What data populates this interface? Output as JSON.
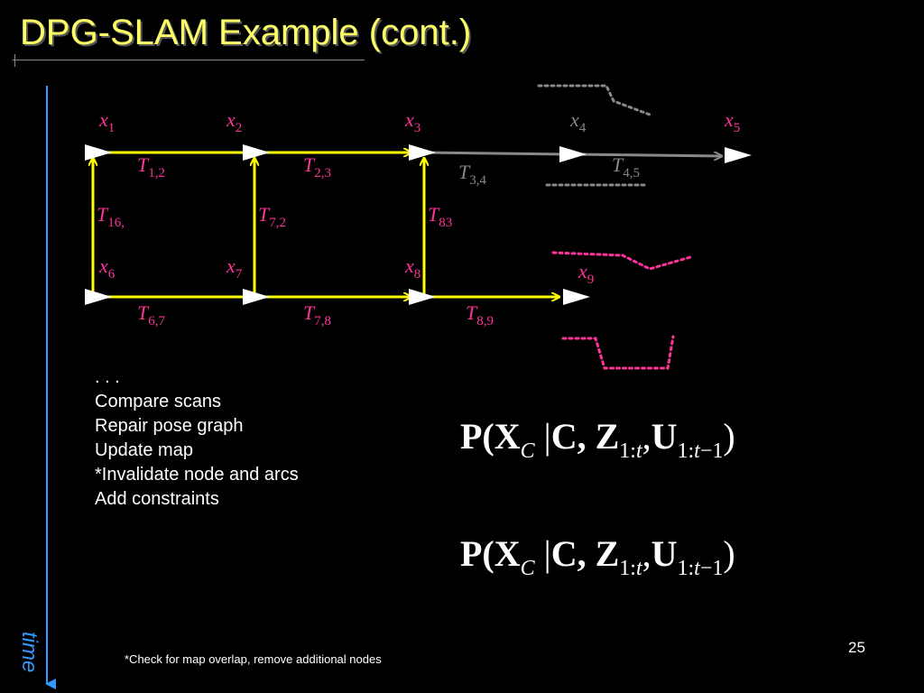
{
  "title": "DPG-SLAM Example (cont.)",
  "nodes": {
    "x1": {
      "base": "x",
      "sub": "1"
    },
    "x2": {
      "base": "x",
      "sub": "2"
    },
    "x3": {
      "base": "x",
      "sub": "3"
    },
    "x4": {
      "base": "x",
      "sub": "4"
    },
    "x5": {
      "base": "x",
      "sub": "5"
    },
    "x6": {
      "base": "x",
      "sub": "6"
    },
    "x7": {
      "base": "x",
      "sub": "7"
    },
    "x8": {
      "base": "x",
      "sub": "8"
    },
    "x9": {
      "base": "x",
      "sub": "9"
    }
  },
  "edges": {
    "t12": {
      "base": "T",
      "sub": "1,2"
    },
    "t23": {
      "base": "T",
      "sub": "2,3"
    },
    "t34": {
      "base": "T",
      "sub": "3,4"
    },
    "t45": {
      "base": "T",
      "sub": "4,5"
    },
    "t16": {
      "base": "T",
      "sub": "16,"
    },
    "t72": {
      "base": "T",
      "sub": "7,2"
    },
    "t83": {
      "base": "T",
      "sub": "83"
    },
    "t67": {
      "base": "T",
      "sub": "6,7"
    },
    "t78": {
      "base": "T",
      "sub": "7,8"
    },
    "t89": {
      "base": "T",
      "sub": "8,9"
    }
  },
  "steps": [
    ". . .",
    "Compare scans",
    "Repair pose graph",
    "Update map",
    "*Invalidate node and arcs",
    "Add constraints"
  ],
  "formula": {
    "p": "P(",
    "x": "X",
    "xsub": "C",
    "bar": "|",
    "c": "C,",
    "z": "Z",
    "zsub1": "1:",
    "zsub2": "t",
    "comma": ",",
    "u": "U",
    "usub1": "1:",
    "usub2": "t",
    "usub3": "−1",
    "close": ")"
  },
  "time_label": "time",
  "footnote": "*Check for map overlap, remove additional nodes",
  "page_number": "25",
  "colors": {
    "title": "#ffff66",
    "active_edge": "#ffff00",
    "invalid_edge": "#888888",
    "label": "#ff3399",
    "invalid_label": "#888888",
    "scan_active": "#ff3399",
    "scan_invalid": "#888888",
    "time_axis": "#3399ff"
  }
}
